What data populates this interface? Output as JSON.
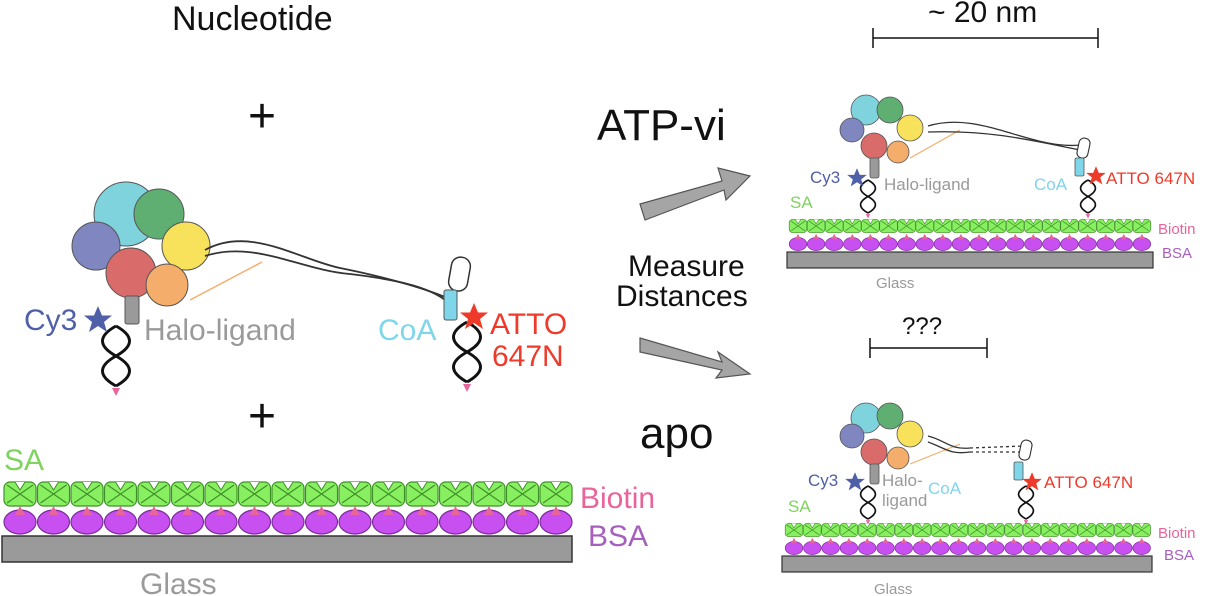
{
  "labels": {
    "nucleotide": "Nucleotide",
    "plus": "+",
    "atp": "ATP-vi",
    "apo": "apo",
    "measure": "Measure",
    "distances": "Distances",
    "scale_top": "~ 20 nm",
    "scale_bottom": "???",
    "cy3": "Cy3",
    "halo": "Halo-ligand",
    "halo_line1": "Halo-",
    "halo_line2": "ligand",
    "coa": "CoA",
    "atto_line1": "ATTO",
    "atto_line2": "647N",
    "atto": "ATTO 647N",
    "sa": "SA",
    "biotin": "Biotin",
    "bsa": "BSA",
    "glass": "Glass"
  },
  "colors": {
    "subunits": [
      "#7fd3dc",
      "#5fae72",
      "#7f86c0",
      "#d96b6b",
      "#f4ad6a",
      "#f8e25c"
    ],
    "cy3": "#4f5fa8",
    "halo": "#9a9a9a",
    "coa": "#7fd6ea",
    "atto": "#ee3a2a",
    "sa": "#7fd35f",
    "sa_fill": "#88f060",
    "biotin": "#e8649b",
    "bsa": "#a75fbf",
    "bsa_fill": "#c84ff0",
    "glass": "#9a9a9a",
    "arrow": "#a5a5a5"
  }
}
